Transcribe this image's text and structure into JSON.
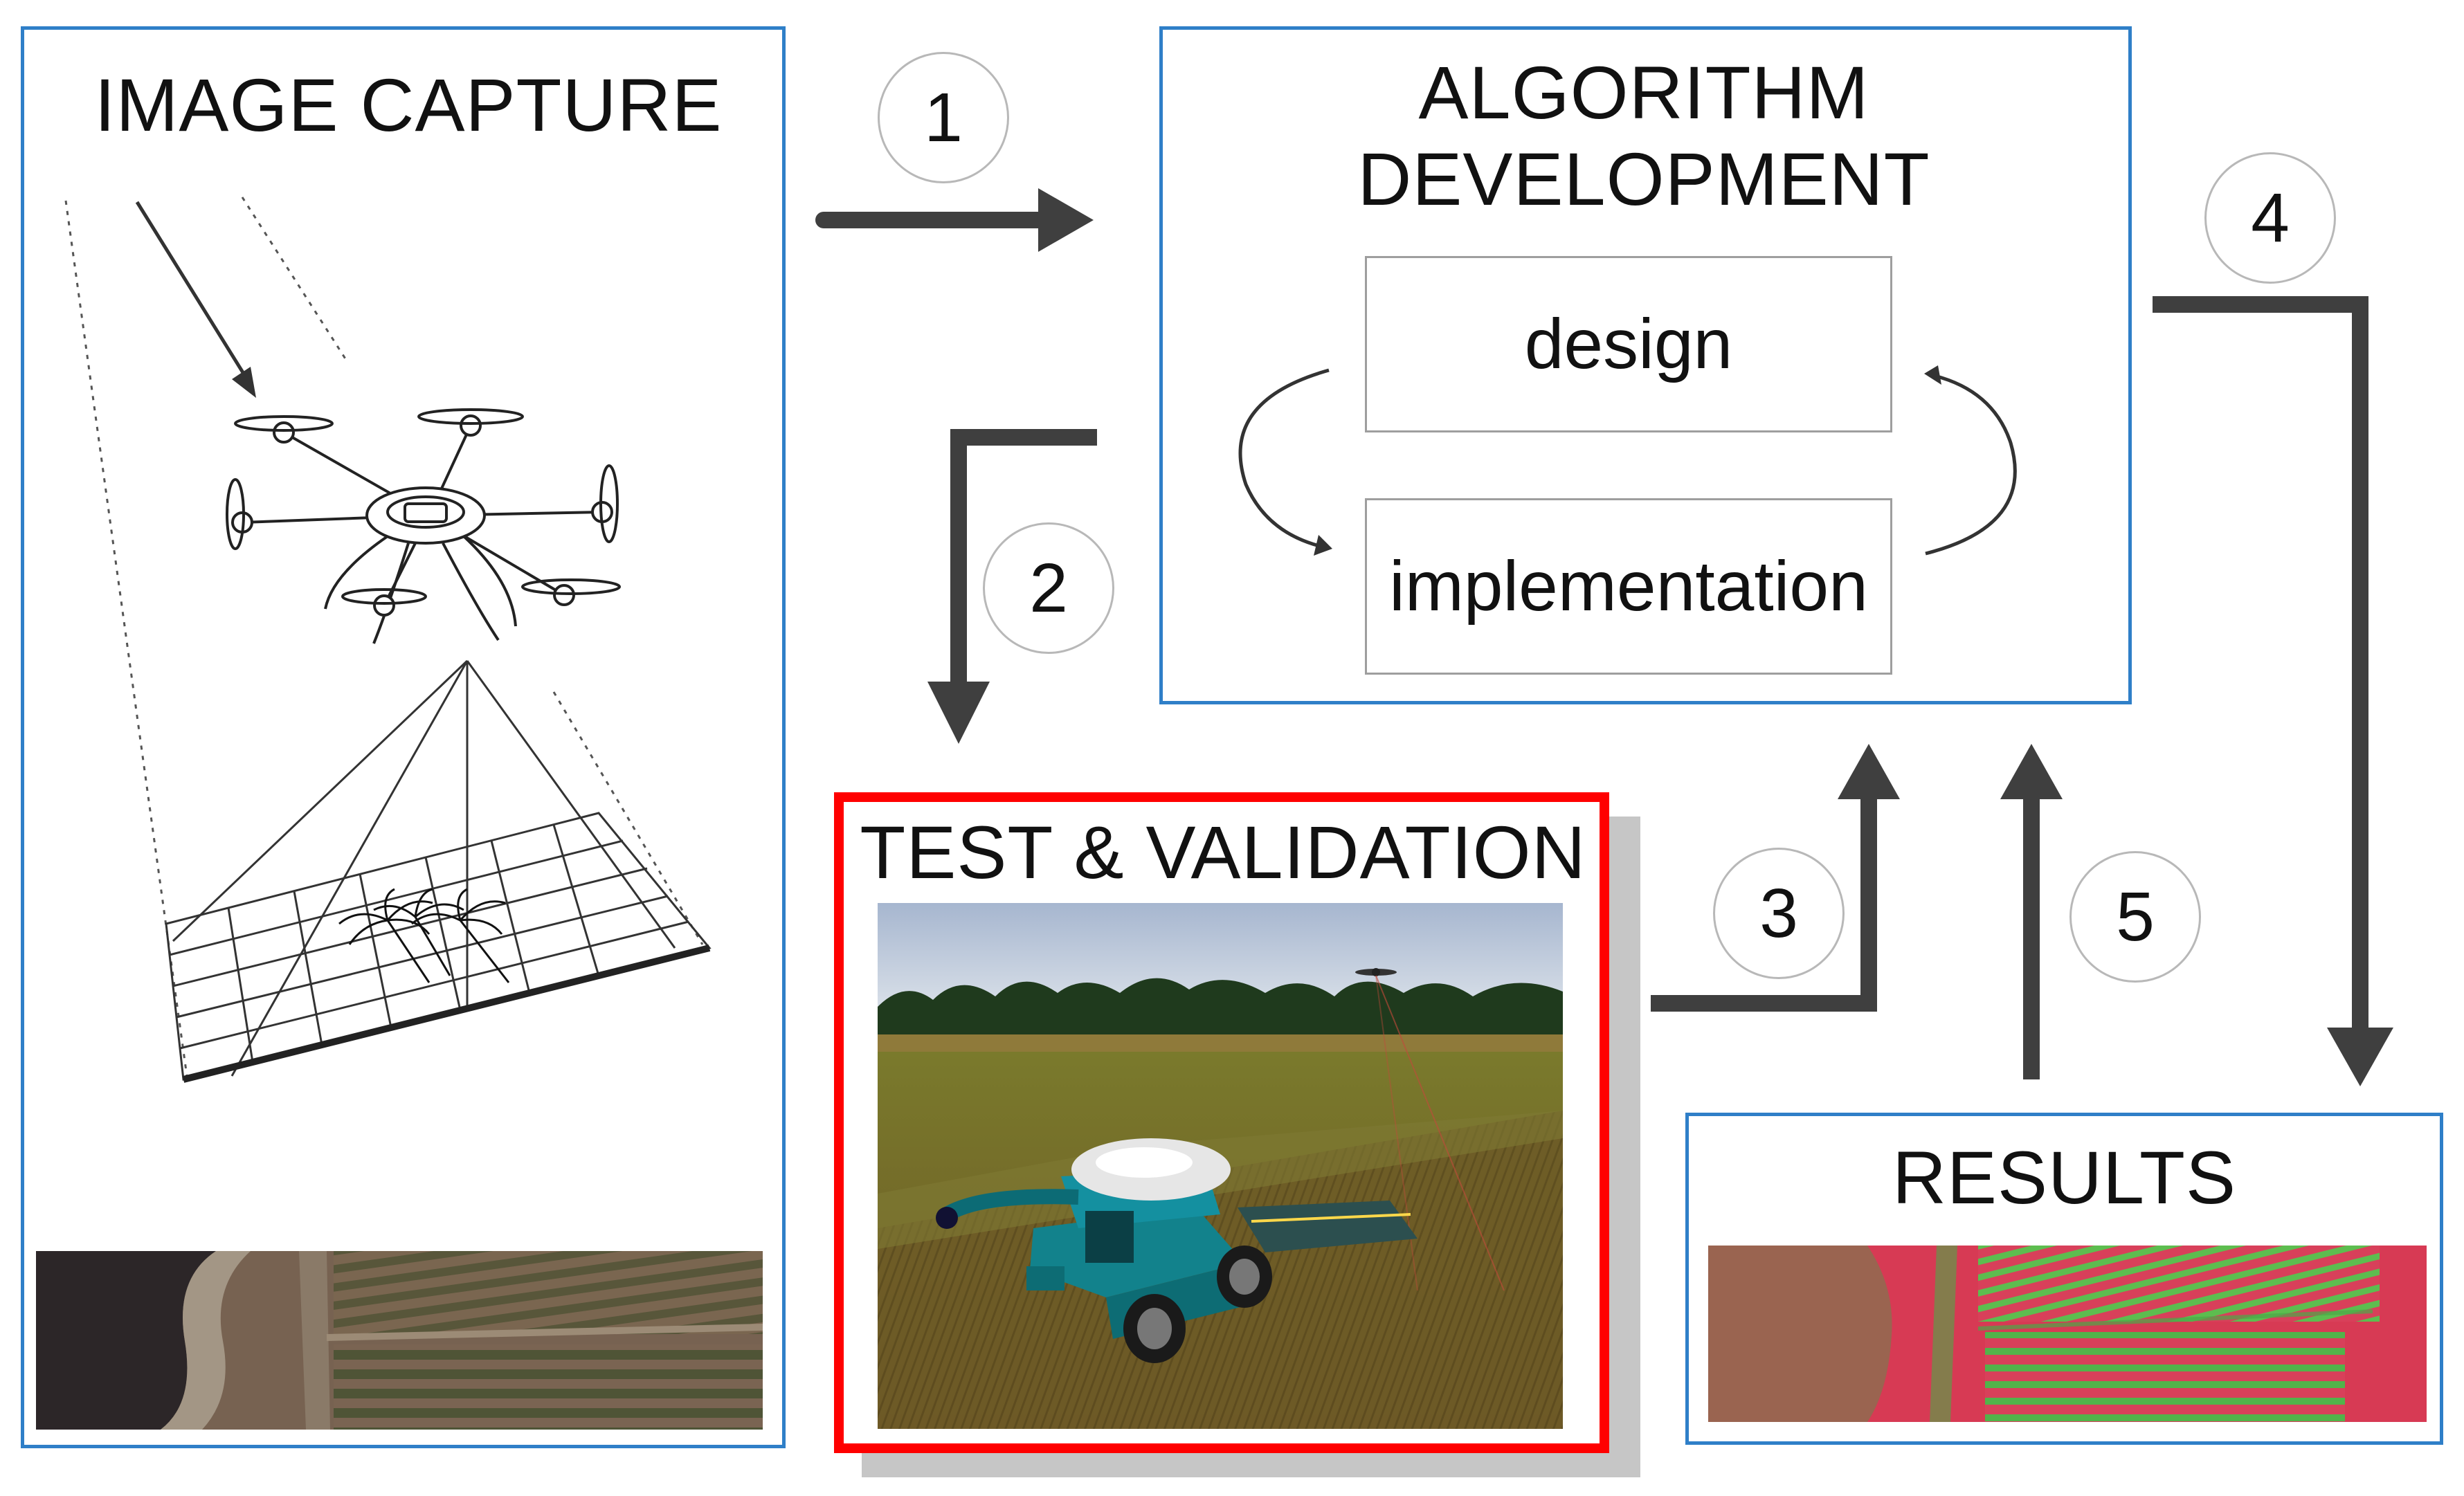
{
  "panels": {
    "image_capture": {
      "title": "IMAGE CAPTURE"
    },
    "algorithm": {
      "title_line1": "ALGORITHM",
      "title_line2": "DEVELOPMENT",
      "design": "design",
      "implementation": "implementation"
    },
    "test_validation": {
      "title": "TEST & VALIDATION"
    },
    "results": {
      "title": "RESULTS"
    }
  },
  "steps": [
    "1",
    "2",
    "3",
    "4",
    "5"
  ],
  "icons": {
    "drone": "hexacopter-drone-icon",
    "sun_ray": "incident-light-ray-icon",
    "grid": "ground-grid-icon",
    "trees": "palm-trees-icon",
    "harvester": "combine-harvester-icon"
  },
  "colors": {
    "panel_border": "#2f7fc8",
    "highlight_border": "#ff0000",
    "arrow": "#3f3f3f",
    "shadow": "#c6c6c6",
    "subbox_border": "#9e9e9e"
  }
}
